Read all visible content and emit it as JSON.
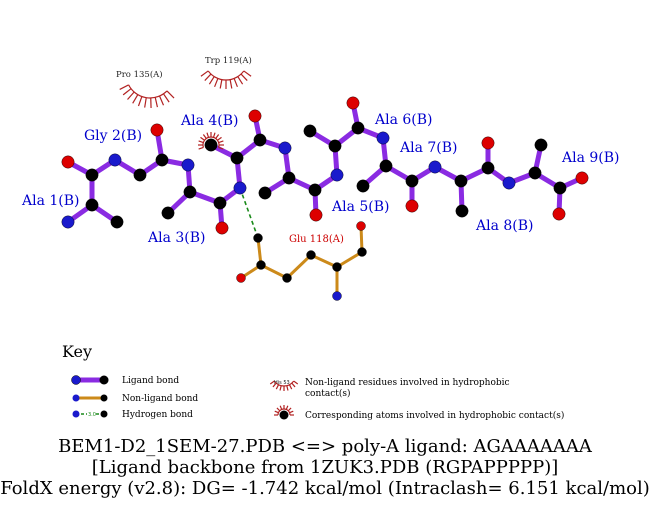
{
  "diagram": {
    "residue_labels": [
      "Ala 1(B)",
      "Gly 2(B)",
      "Ala 3(B)",
      "Ala 4(B)",
      "Ala 5(B)",
      "Ala 6(B)",
      "Ala 7(B)",
      "Ala 8(B)",
      "Ala 9(B)"
    ],
    "hydrophobic_labels": [
      "Pro 135(A)",
      "Trp 119(A)"
    ],
    "interacting_residue_label": "Glu 118(A)",
    "colors": {
      "ligand_bond": "#8a2be2",
      "nonligand_bond": "#cc8a1a",
      "hydrogen_bond": "#1a8a1a",
      "carbon": "#000000",
      "nitrogen": "#1a1acc",
      "oxygen": "#dd0000",
      "hydrophobic_arc": "#b22222"
    }
  },
  "key": {
    "title": "Key",
    "ligand_bond": "Ligand bond",
    "nonligand_bond": "Non-ligand bond",
    "hydrogen_bond": "Hydrogen bond",
    "hbond_distance": "3.0",
    "example_residue": "His 53",
    "nonligand_residues_line1": "Non-ligand residues involved in hydrophobic",
    "nonligand_residues_line2": "contact(s)",
    "corresponding_atoms": "Corresponding atoms involved in hydrophobic contact(s)"
  },
  "caption": {
    "line1": "BEM1-D2_1SEM-27.PDB <=> poly-A ligand: AGAAAAAAA",
    "line2": "[Ligand backbone from 1ZUK3.PDB (RGPAPPPPP)]",
    "line3": "FoldX energy (v2.8): DG= -1.742 kcal/mol (Intraclash= 6.151 kcal/mol)"
  }
}
